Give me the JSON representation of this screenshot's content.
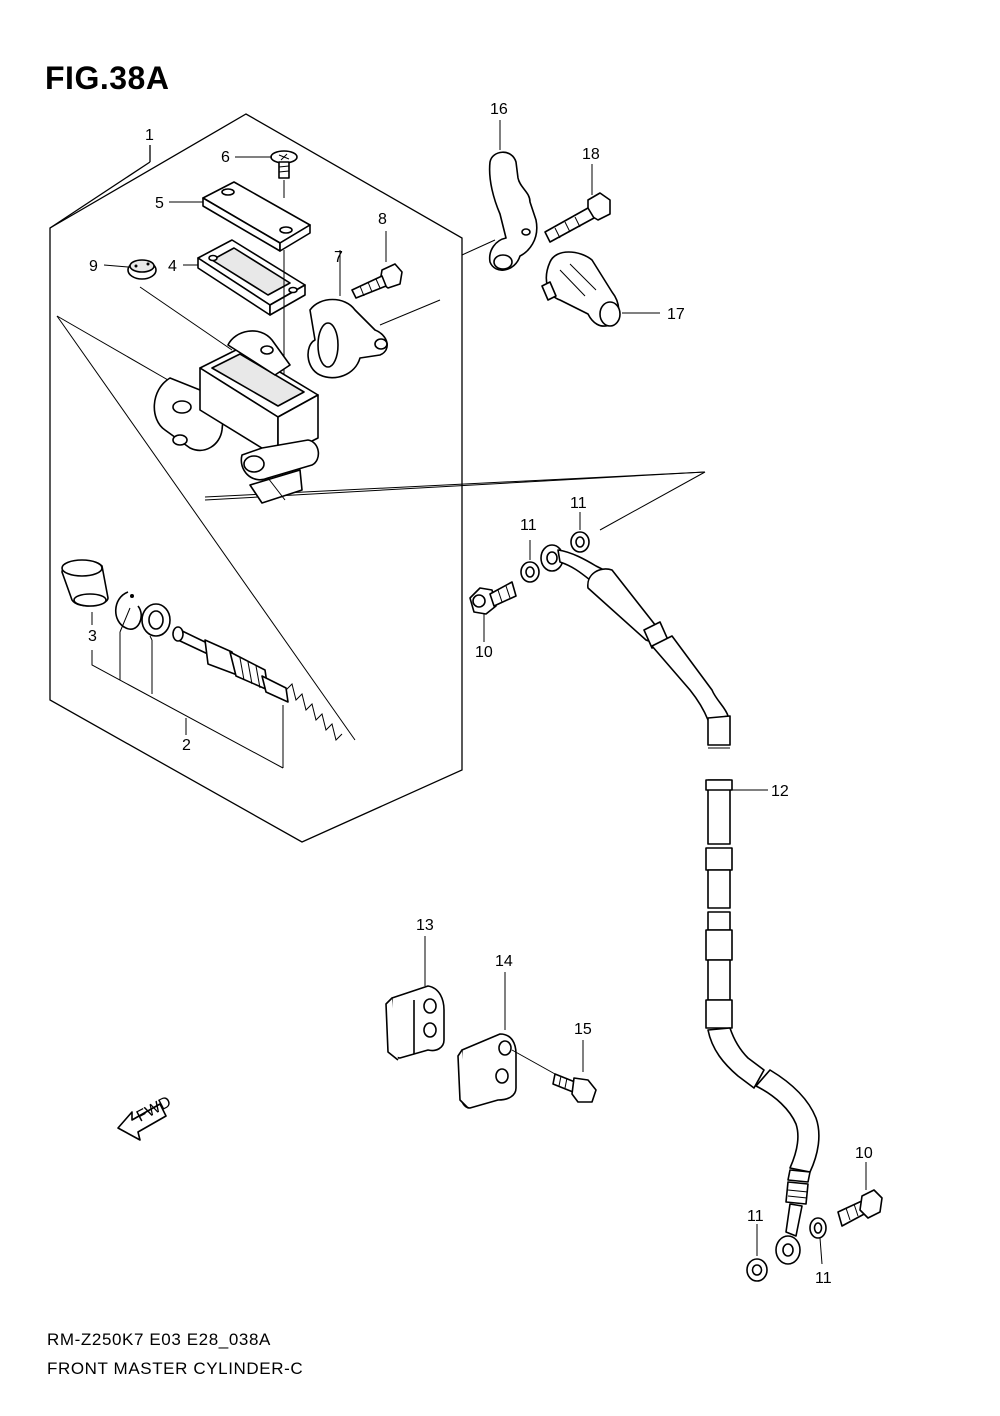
{
  "figure": {
    "title": "FIG.38A",
    "model_code": "RM-Z250K7 E03 E28_038A",
    "description": "FRONT MASTER CYLINDER-C",
    "fwd_label": "FWD"
  },
  "callouts": {
    "c1": "1",
    "c2": "2",
    "c3": "3",
    "c4": "4",
    "c5": "5",
    "c6": "6",
    "c7": "7",
    "c8": "8",
    "c9": "9",
    "c10a": "10",
    "c10b": "10",
    "c11a": "11",
    "c11b": "11",
    "c11c": "11",
    "c11d": "11",
    "c12": "12",
    "c13": "13",
    "c14": "14",
    "c15": "15",
    "c16": "16",
    "c17": "17",
    "c18": "18"
  }
}
